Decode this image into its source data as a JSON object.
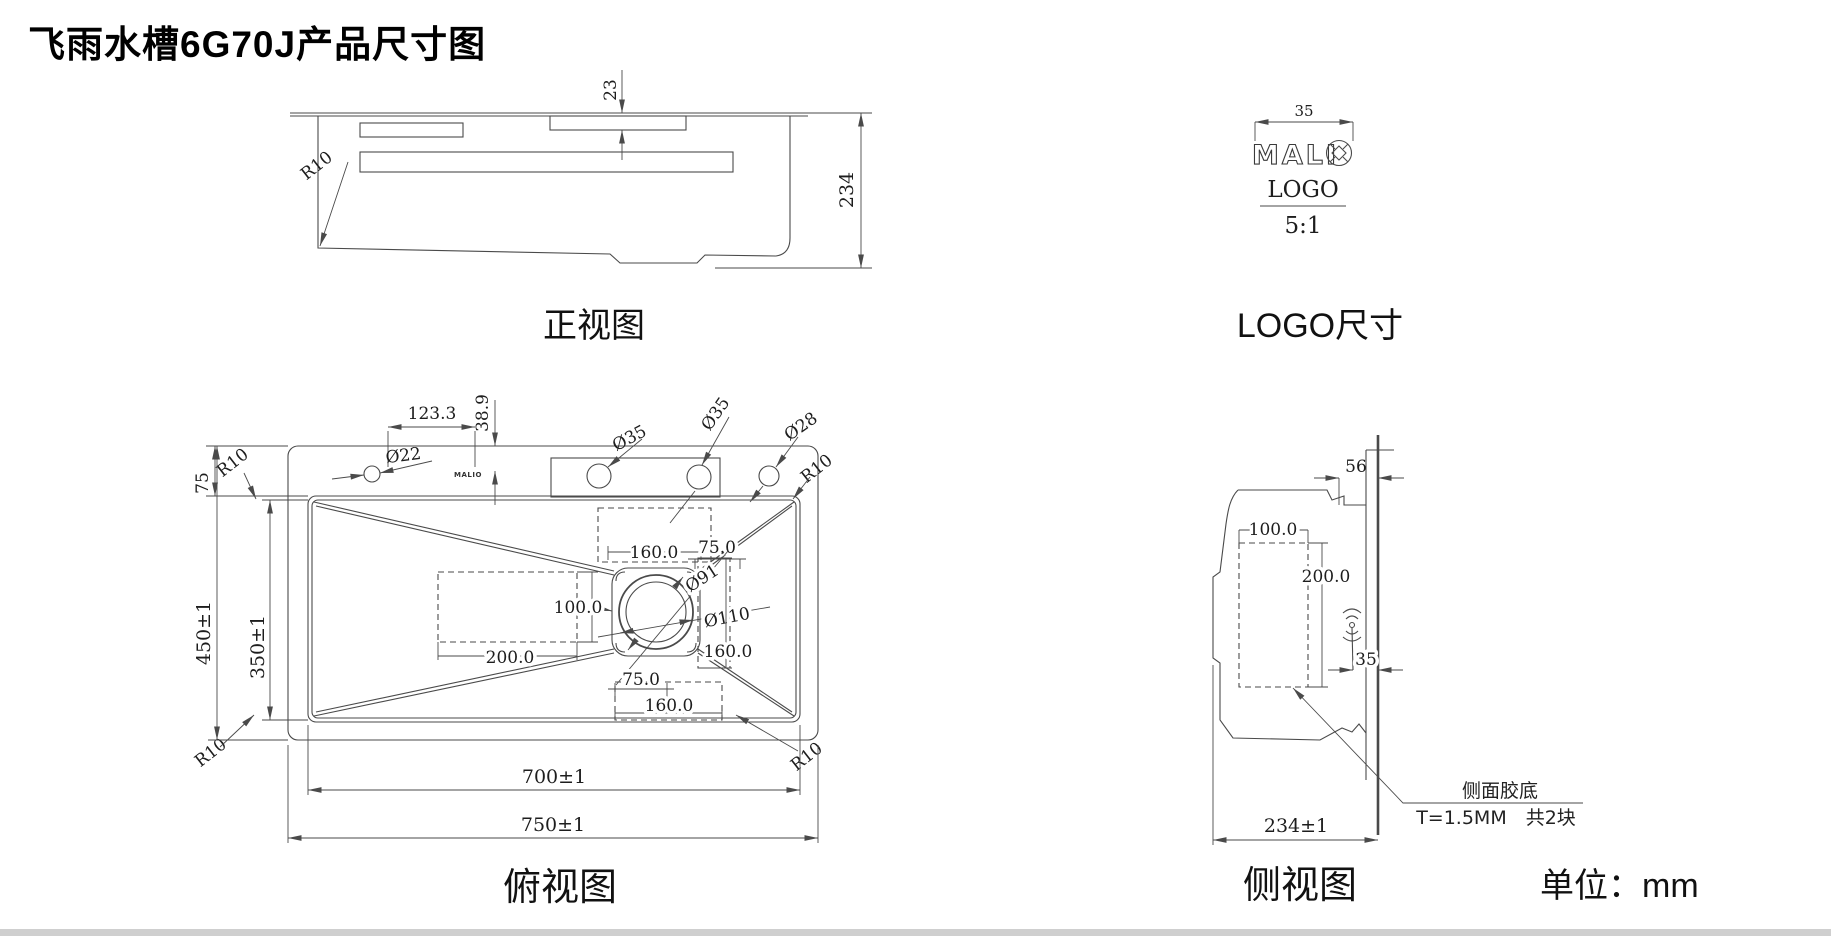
{
  "title": "飞雨水槽6G70J产品尺寸图",
  "unit": "单位：mm",
  "front": {
    "label": "正视图",
    "r10": "R10",
    "d23": "23",
    "d234": "234"
  },
  "logo": {
    "label": "LOGO尺寸",
    "d35": "35",
    "brand": "MALI",
    "word": "LOGO",
    "scale": "5:1"
  },
  "top": {
    "label": "俯视图",
    "brand_small": "MALIO",
    "d123": "123.3",
    "d389": "38.9",
    "d75": "75",
    "d22": "Ø22",
    "d35": "Ø35",
    "d28": "Ø28",
    "r10": "R10",
    "d450": "450±1",
    "d350": "350±1",
    "d160": "160.0",
    "d75_0": "75.0",
    "d100": "100.0",
    "d200": "200.0",
    "d91": "Ø91",
    "d110": "Ø110",
    "d700": "700±1",
    "d750": "750±1"
  },
  "side": {
    "label": "侧视图",
    "d56": "56",
    "d100": "100.0",
    "d200": "200.0",
    "d35": "35",
    "d234": "234±1",
    "note1": "侧面胶底",
    "note2": "T=1.5MM　共2块"
  }
}
